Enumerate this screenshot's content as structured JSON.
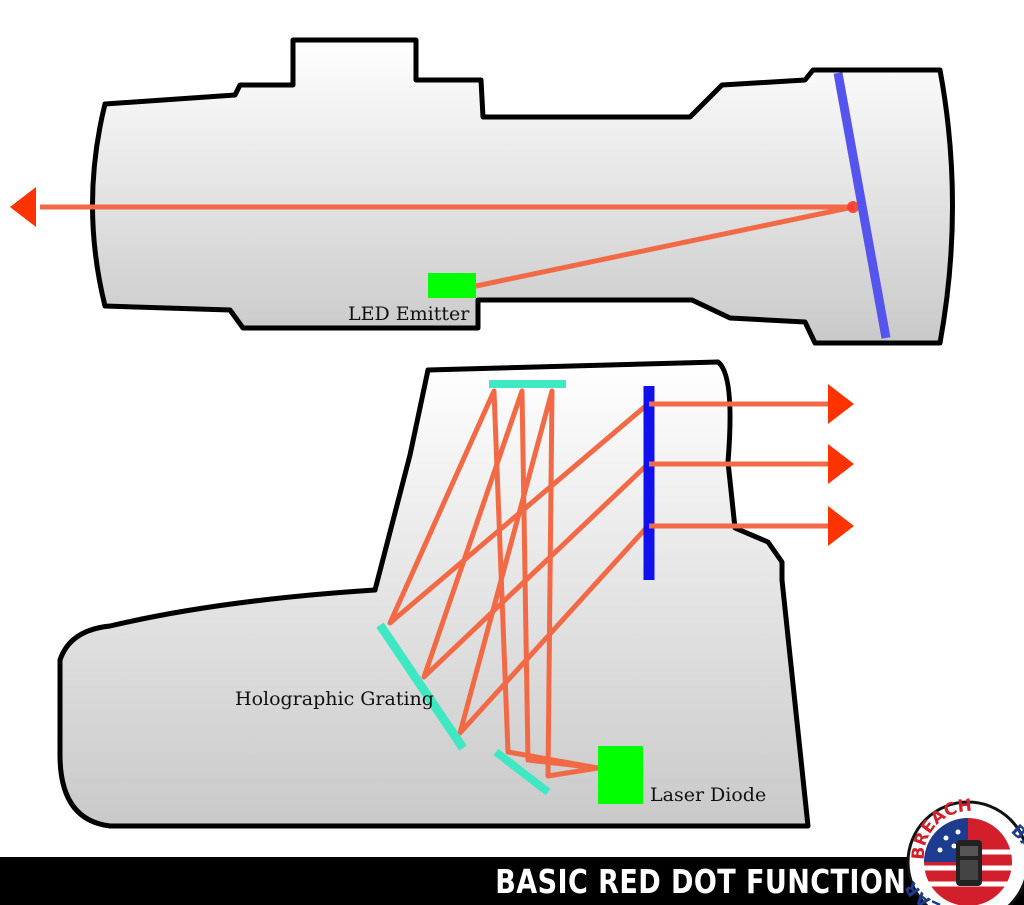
{
  "labels": {
    "led_emitter": "LED Emitter",
    "holographic_grating": "Holographic Grating",
    "laser_diode": "Laser Diode"
  },
  "footer": {
    "title": "BASIC RED DOT FUNCTION"
  },
  "logo": {
    "top_text": "BREACH",
    "left_text": "EAR",
    "bottom_text": "BANG"
  },
  "colors": {
    "beam": "#f26a45",
    "arrow": "#ff3300",
    "led": "#00ff00",
    "laser_diode": "#00ff00",
    "reflector_top": "#5555ee",
    "reflector_bottom": "#1111ee",
    "grating": "#3fe8c2",
    "housing_fill_top": "#ffffff",
    "housing_fill_bottom": "#cccccc",
    "outline": "#000000"
  }
}
